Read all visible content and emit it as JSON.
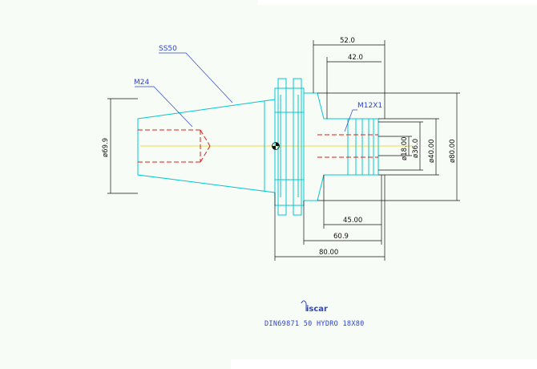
{
  "background_colors": {
    "panel": "#f8fcf6",
    "page": "#ffffff"
  },
  "colors": {
    "body": "#00c8d0",
    "hidden": "#e0201a",
    "axis": "#e8d400",
    "dimension": "#111111",
    "label": "#2c43c8"
  },
  "callouts": {
    "taper": "SS50",
    "thread": "M24",
    "clamp_thread": "M12X1"
  },
  "dimensions": {
    "len_52": "52.0",
    "len_42": "42.0",
    "len_45": "45.00",
    "len_60_9": "60.9",
    "len_80": "80.00",
    "dia_69_9": "ø69.9",
    "dia_18": "ø18.00",
    "dia_36": "ø36.0",
    "dia_40": "ø40.00",
    "dia_80": "ø80.00"
  },
  "title_block": {
    "logo_text": "iscar",
    "description": "DIN69871  50  HYDRO  18X80"
  }
}
